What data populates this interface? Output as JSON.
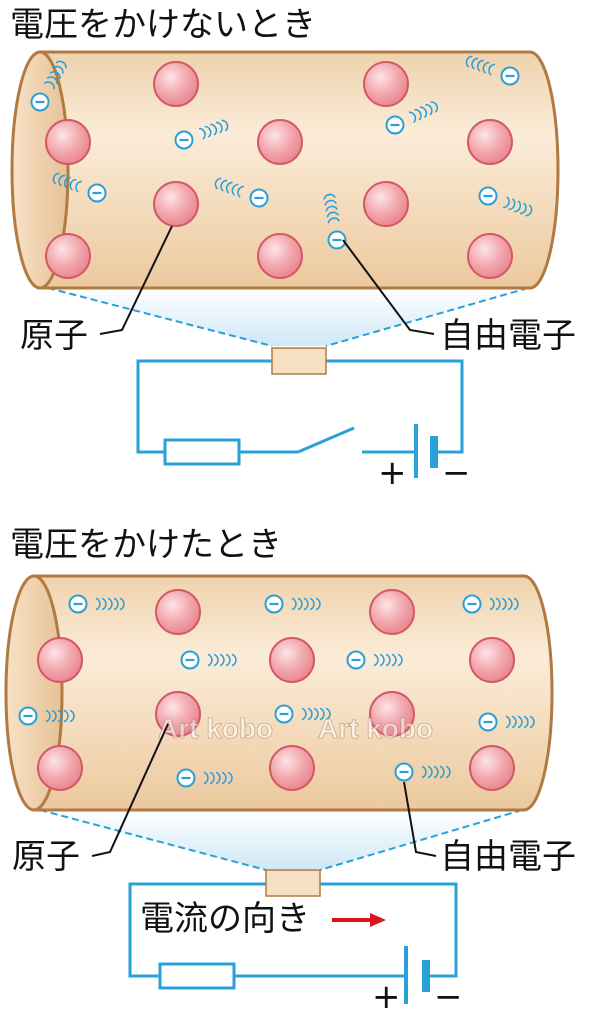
{
  "top": {
    "title": "電圧をかけないとき",
    "atom_label": "原子",
    "electron_label": "自由電子",
    "plus": "+",
    "minus": "−"
  },
  "bottom": {
    "title": "電圧をかけたとき",
    "atom_label": "原子",
    "electron_label": "自由電子",
    "current_label": "電流の向き",
    "plus": "+",
    "minus": "−"
  },
  "watermark": [
    "Art kobo",
    "Art kobo"
  ],
  "colors": {
    "conductor_fill": "#f6dfc2",
    "conductor_edge": "#b07a40",
    "atom_fill": "#f2a7ad",
    "atom_edge": "#d25a66",
    "electron": "#2a9fd6",
    "circuit": "#2aa0d8",
    "arrow": "#d8141e"
  },
  "icons": {
    "electron": "circled-minus-icon",
    "atom": "atom-sphere-icon",
    "battery": "battery-icon",
    "resistor": "resistor-icon",
    "switch": "switch-icon"
  }
}
